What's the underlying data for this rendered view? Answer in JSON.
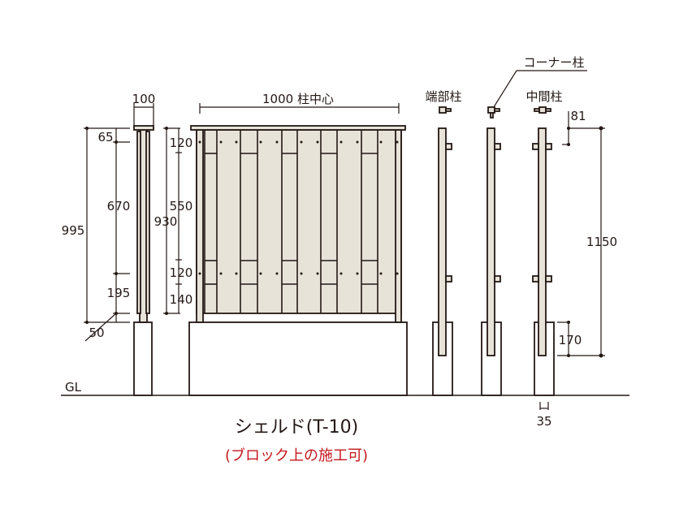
{
  "ground_label": "GL",
  "title": "シェルド(T-10)",
  "subtitle": "(ブロック上の施工可)",
  "subtitle_color": "#c4161c",
  "side_view": {
    "width": "100",
    "total": "995",
    "top": "65",
    "middle": "670",
    "bottom": "195",
    "base": "50"
  },
  "front_view": {
    "span": "1000 柱中心",
    "height": "930",
    "d1": "120",
    "d2": "550",
    "d3": "120",
    "d4": "140"
  },
  "posts": {
    "end_label": "端部柱",
    "corner_label": "コーナー柱",
    "middle_label": "中間柱",
    "top_offset": "81",
    "length": "1150",
    "embed": "170",
    "width": "35"
  }
}
